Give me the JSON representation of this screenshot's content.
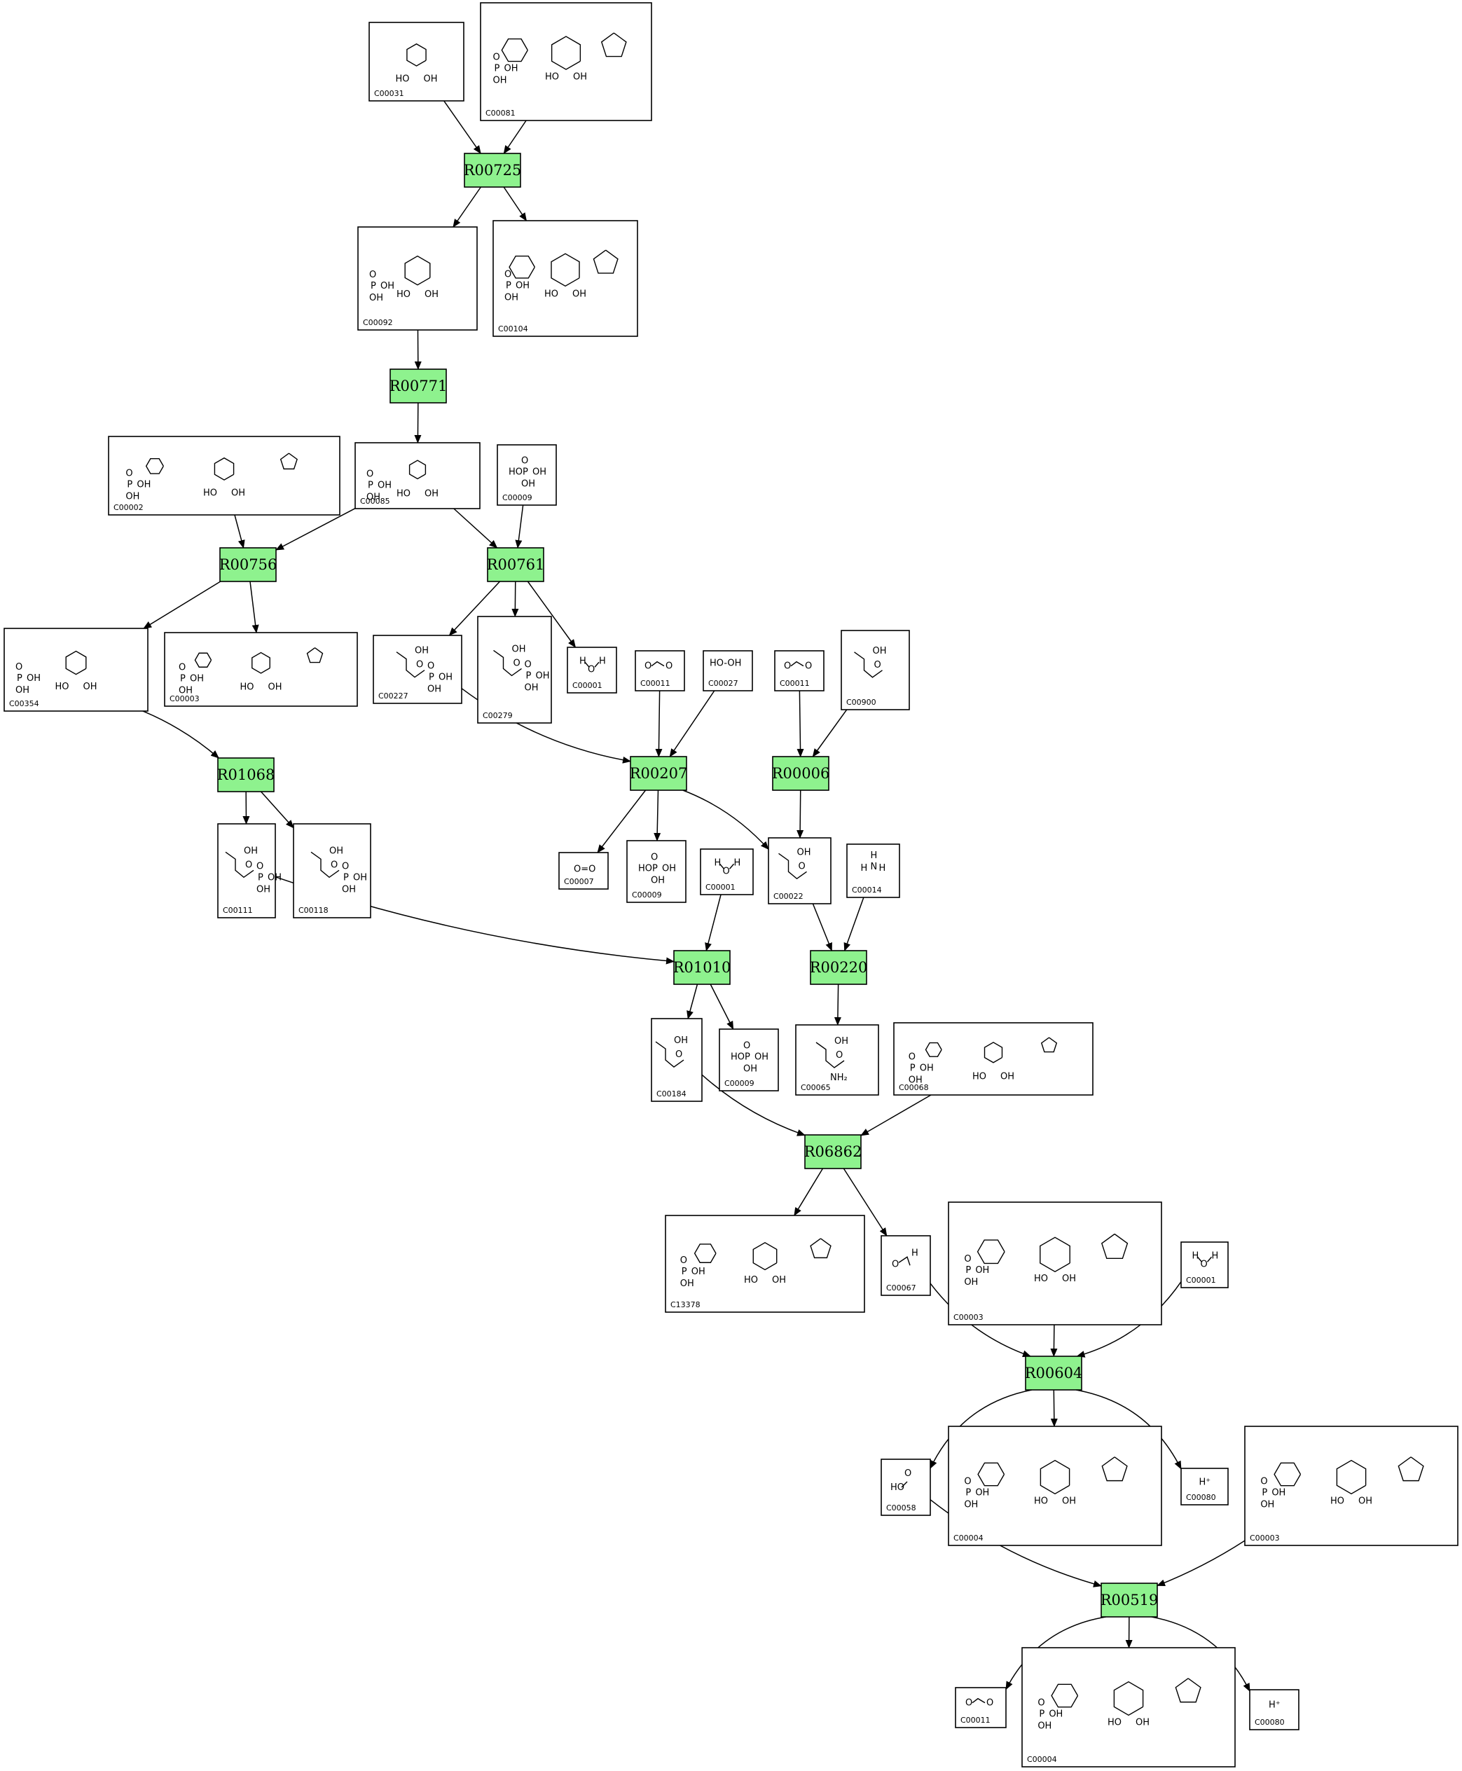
{
  "reactions": [
    {
      "id": "R00725",
      "label": "R00725"
    },
    {
      "id": "R00771",
      "label": "R00771"
    },
    {
      "id": "R00756",
      "label": "R00756"
    },
    {
      "id": "R00761",
      "label": "R00761"
    },
    {
      "id": "R01068",
      "label": "R01068"
    },
    {
      "id": "R00207",
      "label": "R00207"
    },
    {
      "id": "R00006",
      "label": "R00006"
    },
    {
      "id": "R01010",
      "label": "R01010"
    },
    {
      "id": "R00220",
      "label": "R00220"
    },
    {
      "id": "R06862",
      "label": "R06862"
    },
    {
      "id": "R00604",
      "label": "R00604"
    },
    {
      "id": "R00519",
      "label": "R00519"
    }
  ],
  "compounds": [
    {
      "node": "c1",
      "id": "C00031",
      "mol": "sugar"
    },
    {
      "node": "c2",
      "id": "C00081",
      "mol": "nucleotide"
    },
    {
      "node": "c3",
      "id": "C00092",
      "mol": "sugar-phosphate"
    },
    {
      "node": "c4",
      "id": "C00104",
      "mol": "nucleotide"
    },
    {
      "node": "c5",
      "id": "C00002",
      "mol": "nucleotide"
    },
    {
      "node": "c6",
      "id": "C00085",
      "mol": "furanose-phosphate"
    },
    {
      "node": "c7",
      "id": "C00009",
      "mol": "phosphate"
    },
    {
      "node": "c8",
      "id": "C00354",
      "mol": "furanose-bisphosphate"
    },
    {
      "node": "c9",
      "id": "C00003",
      "mol": "nucleotide"
    },
    {
      "node": "c10",
      "id": "C00227",
      "mol": "acyl-phosphate"
    },
    {
      "node": "c11",
      "id": "C00279",
      "mol": "aldose-phosphate"
    },
    {
      "node": "c12",
      "id": "C00001",
      "mol": "water"
    },
    {
      "node": "c13",
      "id": "C00011",
      "mol": "carbon-dioxide"
    },
    {
      "node": "c14",
      "id": "C00027",
      "mol": "peroxide"
    },
    {
      "node": "c15",
      "id": "C00011",
      "mol": "carbon-dioxide"
    },
    {
      "node": "c16",
      "id": "C00900",
      "mol": "keto-acid"
    },
    {
      "node": "c17",
      "id": "C00111",
      "mol": "ketose-phosphate"
    },
    {
      "node": "c18",
      "id": "C00118",
      "mol": "aldose-phosphate"
    },
    {
      "node": "c19",
      "id": "C00007",
      "mol": "oxygen"
    },
    {
      "node": "c20",
      "id": "C00009",
      "mol": "phosphate"
    },
    {
      "node": "c21",
      "id": "C00001",
      "mol": "water"
    },
    {
      "node": "c22",
      "id": "C00022",
      "mol": "keto-acid"
    },
    {
      "node": "c23",
      "id": "C00014",
      "mol": "ammonia"
    },
    {
      "node": "c24",
      "id": "C00184",
      "mol": "ketose"
    },
    {
      "node": "c25",
      "id": "C00009",
      "mol": "phosphate"
    },
    {
      "node": "c26",
      "id": "C00065",
      "mol": "amino-acid"
    },
    {
      "node": "c27",
      "id": "C00068",
      "mol": "thiamine-diphosphate"
    },
    {
      "node": "c28",
      "id": "C13378",
      "mol": "thiamine-diphosphate"
    },
    {
      "node": "c29",
      "id": "C00067",
      "mol": "aldehyde"
    },
    {
      "node": "c30",
      "id": "C00003",
      "mol": "nicotinamide-dinucleotide"
    },
    {
      "node": "c31",
      "id": "C00001",
      "mol": "water"
    },
    {
      "node": "c32",
      "id": "C00058",
      "mol": "carboxylic-acid"
    },
    {
      "node": "c33",
      "id": "C00004",
      "mol": "nicotinamide-dinucleotide"
    },
    {
      "node": "c34",
      "id": "C00080",
      "mol": "proton"
    },
    {
      "node": "c35",
      "id": "C00003",
      "mol": "nicotinamide-dinucleotide"
    },
    {
      "node": "c36",
      "id": "C00011",
      "mol": "carbon-dioxide"
    },
    {
      "node": "c37",
      "id": "C00004",
      "mol": "nicotinamide-dinucleotide"
    },
    {
      "node": "c38",
      "id": "C00080",
      "mol": "proton"
    }
  ],
  "edges": [
    [
      "c1",
      "R00725"
    ],
    [
      "c2",
      "R00725"
    ],
    [
      "R00725",
      "c3"
    ],
    [
      "R00725",
      "c4"
    ],
    [
      "c3",
      "R00771"
    ],
    [
      "R00771",
      "c6"
    ],
    [
      "c5",
      "R00756"
    ],
    [
      "c6",
      "R00756"
    ],
    [
      "R00756",
      "c8"
    ],
    [
      "R00756",
      "c9"
    ],
    [
      "c6",
      "R00761"
    ],
    [
      "c7",
      "R00761"
    ],
    [
      "R00761",
      "c10"
    ],
    [
      "R00761",
      "c11"
    ],
    [
      "R00761",
      "c12"
    ],
    [
      "c8",
      "R01068"
    ],
    [
      "R01068",
      "c17"
    ],
    [
      "R01068",
      "c18"
    ],
    [
      "c10",
      "R00207"
    ],
    [
      "c13",
      "R00207"
    ],
    [
      "c14",
      "R00207"
    ],
    [
      "R00207",
      "c19"
    ],
    [
      "R00207",
      "c20"
    ],
    [
      "R00207",
      "c22"
    ],
    [
      "c15",
      "R00006"
    ],
    [
      "c16",
      "R00006"
    ],
    [
      "R00006",
      "c22"
    ],
    [
      "c17",
      "R01010"
    ],
    [
      "c21",
      "R01010"
    ],
    [
      "R01010",
      "c24"
    ],
    [
      "R01010",
      "c25"
    ],
    [
      "c22",
      "R00220"
    ],
    [
      "c23",
      "R00220"
    ],
    [
      "R00220",
      "c26"
    ],
    [
      "c24",
      "R06862"
    ],
    [
      "c27",
      "R06862"
    ],
    [
      "R06862",
      "c28"
    ],
    [
      "R06862",
      "c29"
    ],
    [
      "c29",
      "R00604"
    ],
    [
      "c30",
      "R00604"
    ],
    [
      "c31",
      "R00604"
    ],
    [
      "R00604",
      "c32"
    ],
    [
      "R00604",
      "c33"
    ],
    [
      "R00604",
      "c34"
    ],
    [
      "c32",
      "R00519"
    ],
    [
      "c35",
      "R00519"
    ],
    [
      "R00519",
      "c36"
    ],
    [
      "R00519",
      "c37"
    ],
    [
      "R00519",
      "c38"
    ]
  ]
}
